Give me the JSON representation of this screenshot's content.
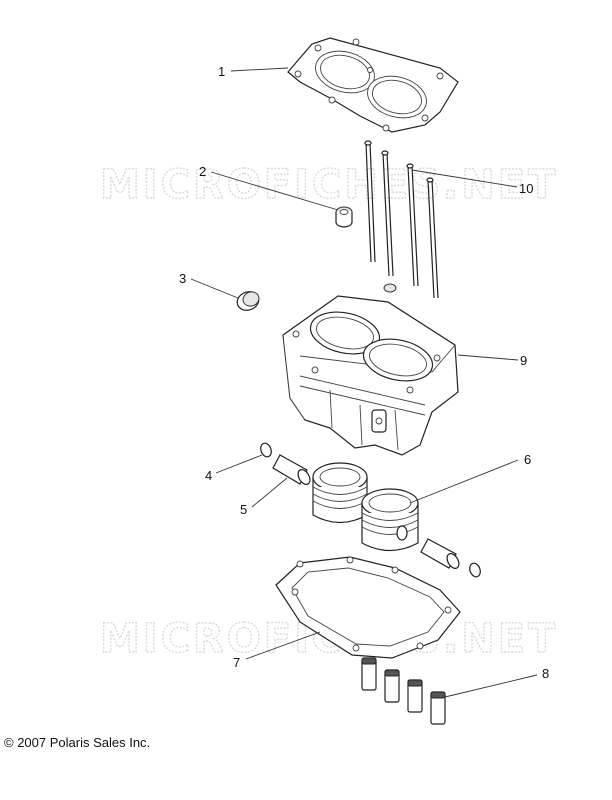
{
  "watermarks": [
    "MICROFICHES.NET",
    "MICROFICHES.NET"
  ],
  "callouts": [
    "1",
    "2",
    "3",
    "4",
    "5",
    "6",
    "7",
    "8",
    "9",
    "10"
  ],
  "copyright": "© 2007 Polaris Sales Inc.",
  "colors": {
    "line": "#222222",
    "watermark": "#d9d9d9",
    "background": "#ffffff"
  }
}
